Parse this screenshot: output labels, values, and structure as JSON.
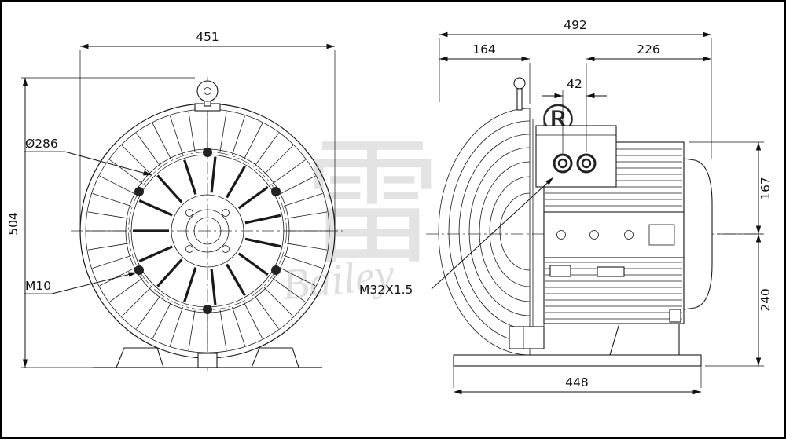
{
  "watermark": {
    "cjk": "雷",
    "registered": "®",
    "script": "Bailey"
  },
  "front_view": {
    "dim_width": "451",
    "dim_height": "504",
    "label_diameter": "Ø286",
    "label_thread": "M10"
  },
  "side_view": {
    "dim_total_width": "492",
    "dim_left_section": "164",
    "dim_right_section": "226",
    "dim_gland_spacing": "42",
    "dim_center_to_top": "167",
    "dim_center_to_base": "240",
    "dim_base_width": "448",
    "label_cable_gland": "M32X1.5"
  }
}
